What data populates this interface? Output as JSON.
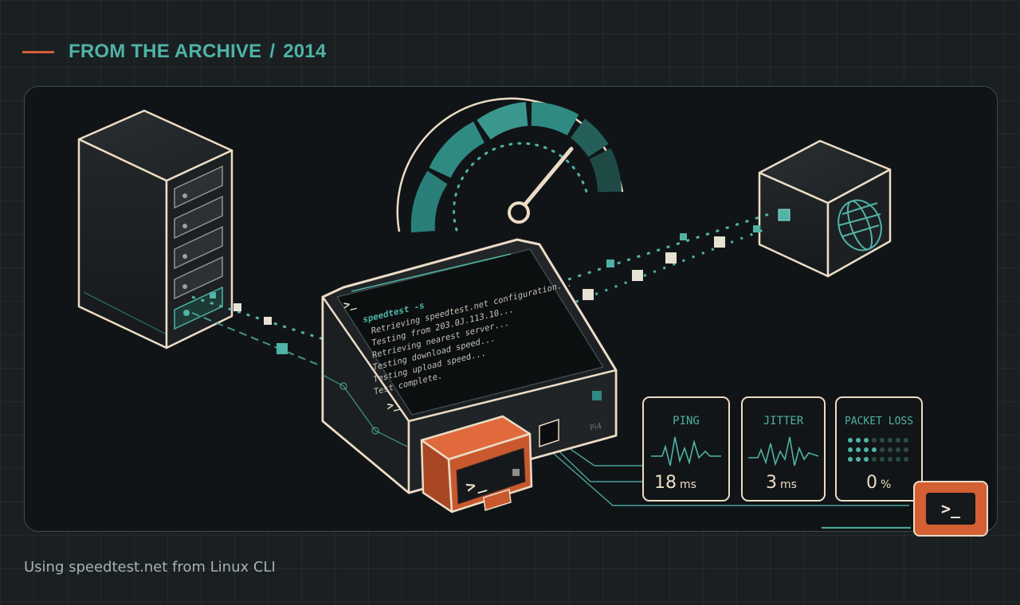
{
  "header": {
    "kicker_left": "FROM THE ARCHIVE",
    "kicker_sep": "/",
    "kicker_right": "2014"
  },
  "terminal": {
    "prompt": ">_",
    "lines": [
      "speedtest -s",
      "Retrieving speedtest.net configuration...",
      "Testing  from  203.0J.113.10...",
      "Retrieving nearest server...",
      "Testing download speed...",
      "Testing upload speed...",
      "Test complete."
    ],
    "end_prompt": ">_",
    "device_label": "Pi4"
  },
  "device_badge": {
    "glyph": ">_"
  },
  "metrics": [
    {
      "label": "PING",
      "value": "18",
      "unit": "ms"
    },
    {
      "label": "JITTER",
      "value": "3",
      "unit": "ms"
    },
    {
      "label": "PACKET LOSS",
      "value": "0",
      "unit": "%"
    }
  ],
  "corner_badge": {
    "glyph": ">_"
  },
  "caption": "Using speedtest.net from Linux CLI",
  "colors": {
    "teal": "#4fb3a6",
    "orange": "#d35f33",
    "cream": "#ecdcc6",
    "background": "#1a1f22"
  },
  "icons": [
    "terminal-icon",
    "globe-icon",
    "gauge-icon",
    "server-icon"
  ]
}
